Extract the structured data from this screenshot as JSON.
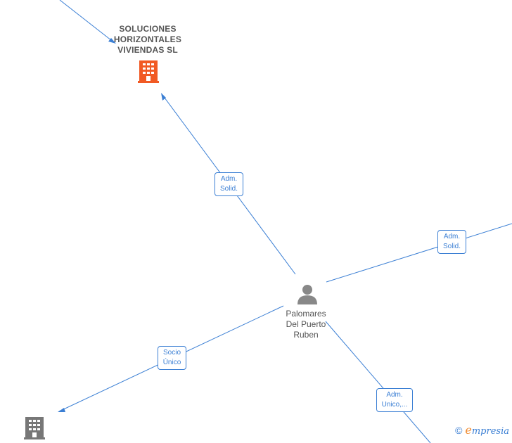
{
  "colors": {
    "edge": "#3b7fd4",
    "highlight_company": "#f15a24",
    "company": "#777777",
    "person": "#888888"
  },
  "nodes": {
    "main_company": {
      "name_lines": [
        "SOLUCIONES",
        "HORIZONTALES",
        "VIVIENDAS  SL"
      ],
      "icon": "building-icon"
    },
    "person": {
      "name_lines": [
        "Palomares",
        "Del Puerto",
        "Ruben"
      ],
      "icon": "person-icon"
    },
    "unnamed_company": {
      "icon": "building-icon"
    }
  },
  "edges": [
    {
      "id": "to-main-company",
      "label_lines": [
        "Adm.",
        "Solid."
      ]
    },
    {
      "id": "to-right-company",
      "label_lines": [
        "Adm.",
        "Solid."
      ]
    },
    {
      "id": "to-bottom-left-company",
      "label_lines": [
        "Socio",
        "Único"
      ]
    },
    {
      "id": "to-bottom-right-company",
      "label_lines": [
        "Adm.",
        "Unico,..."
      ]
    }
  ],
  "brand": {
    "copyright": "©",
    "initial": "e",
    "rest": "mpresia"
  }
}
